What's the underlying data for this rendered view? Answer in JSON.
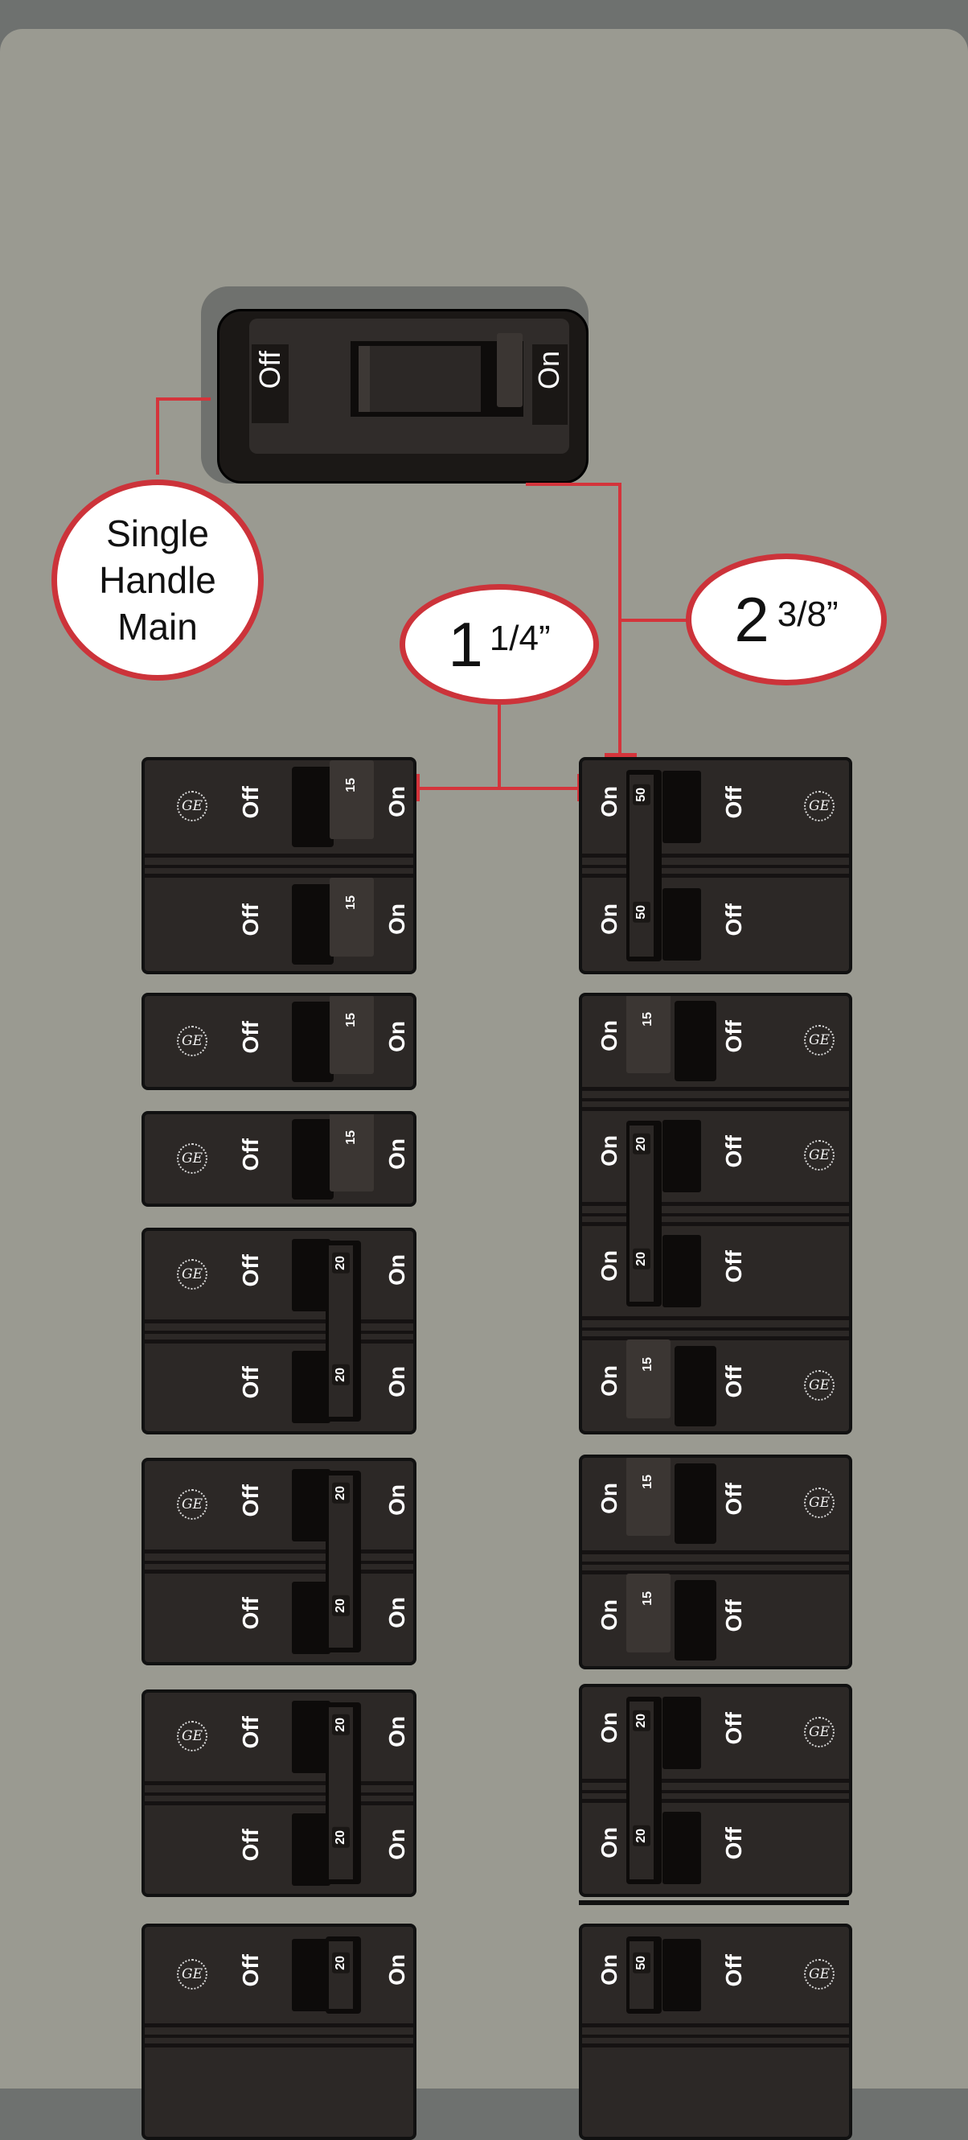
{
  "main_breaker": {
    "off_label": "Off",
    "on_label": "On"
  },
  "callouts": {
    "main": [
      "Single",
      "Handle",
      "Main"
    ],
    "spacing": {
      "whole": "1",
      "fraction": "1/4”"
    },
    "height": {
      "whole": "2",
      "fraction": "3/8”"
    }
  },
  "labels": {
    "on": "On",
    "off": "Off",
    "logo": "GE"
  },
  "colors": {
    "panel": "#9a9a91",
    "callout_red": "#cc333a",
    "breaker": "#2c2826"
  },
  "breakers": {
    "left": [
      {
        "poles": [
          {
            "rating": "15",
            "logo": true
          },
          {
            "rating": "15",
            "logo": false
          }
        ],
        "tandem": false
      },
      {
        "poles": [
          {
            "rating": "15",
            "logo": true
          }
        ],
        "tandem": false
      },
      {
        "poles": [
          {
            "rating": "15",
            "logo": true
          }
        ],
        "tandem": false
      },
      {
        "poles": [
          {
            "rating": "20",
            "logo": true
          },
          {
            "rating": "20",
            "logo": false
          }
        ],
        "tandem": true
      },
      {
        "poles": [
          {
            "rating": "20",
            "logo": true
          },
          {
            "rating": "20",
            "logo": false
          }
        ],
        "tandem": true
      },
      {
        "poles": [
          {
            "rating": "20",
            "logo": true
          },
          {
            "rating": "20",
            "logo": false
          }
        ],
        "tandem": true
      },
      {
        "poles": [
          {
            "rating": "20",
            "logo": true
          }
        ],
        "tandem": true
      }
    ],
    "right": [
      {
        "poles": [
          {
            "rating": "50",
            "logo": true
          },
          {
            "rating": "50",
            "logo": false
          }
        ],
        "tandem": true
      },
      {
        "poles": [
          {
            "rating": "15",
            "logo": true
          },
          {
            "rating": "20",
            "logo": true
          },
          {
            "rating": "20",
            "logo": false
          },
          {
            "rating": "15",
            "logo": true
          }
        ],
        "tandem": [
          1,
          2
        ]
      },
      {
        "poles": [
          {
            "rating": "15",
            "logo": true
          },
          {
            "rating": "15",
            "logo": false
          }
        ],
        "tandem": false
      },
      {
        "poles": [
          {
            "rating": "20",
            "logo": true
          },
          {
            "rating": "20",
            "logo": false
          }
        ],
        "tandem": true
      },
      {
        "poles": [
          {
            "rating": "50",
            "logo": true
          }
        ],
        "tandem": true
      }
    ]
  }
}
